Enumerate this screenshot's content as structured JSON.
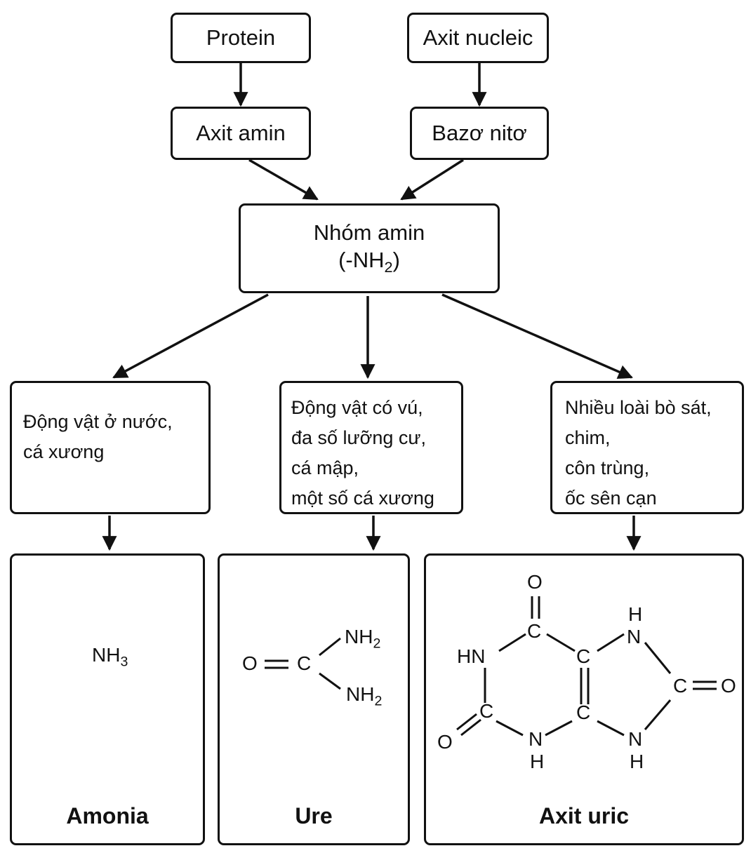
{
  "top": {
    "protein": "Protein",
    "nucleic": "Axit nucleic",
    "amino": "Axit amin",
    "base": "Bazơ nitơ"
  },
  "amine": {
    "line1": "Nhóm amin",
    "line2_prefix": "(-NH",
    "line2_sub": "2",
    "line2_suffix": ")"
  },
  "groups": {
    "left": [
      "Động vật ở nước,",
      "cá xương"
    ],
    "middle": [
      "Động vật có vú,",
      "đa số lưỡng cư,",
      "cá mập,",
      "một số cá xương"
    ],
    "right": [
      "Nhiều loài bò sát,",
      "chim,",
      "côn trùng,",
      "ốc sên cạn"
    ]
  },
  "products": {
    "ammonia_formula": "NH",
    "ammonia_sub": "3",
    "ammonia_name": "Amonia",
    "urea_name": "Ure",
    "uric_name": "Axit uric",
    "urea_atoms": {
      "o": "O",
      "c": "C",
      "nh": "NH",
      "sub": "2"
    },
    "uric_atoms": {
      "o": "O",
      "c": "C",
      "hn": "HN",
      "n": "N",
      "h": "H"
    }
  }
}
